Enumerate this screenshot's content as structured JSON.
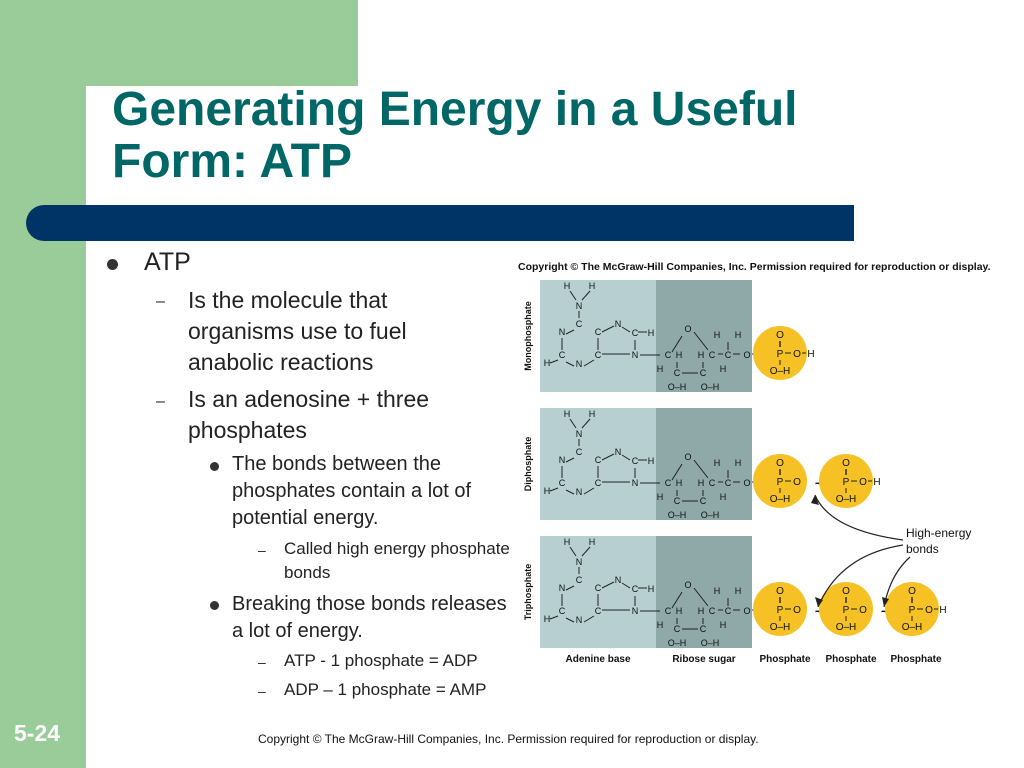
{
  "slide": {
    "title": "Generating Energy in a Useful Form: ATP",
    "slide_number": "5-24",
    "footer_copyright": "Copyright © The McGraw-Hill Companies, Inc. Permission required for reproduction or display."
  },
  "bullets": {
    "b1": "ATP",
    "b1_1": "Is the molecule that organisms use to fuel anabolic reactions",
    "b1_2": "Is an adenosine + three phosphates",
    "b1_2_1": "The bonds between the phosphates contain a lot of potential energy.",
    "b1_2_1_1": "Called high energy phosphate bonds",
    "b1_2_2": "Breaking those bonds releases a lot of energy.",
    "b1_2_2_1": "ATP - 1 phosphate = ADP",
    "b1_2_2_2": "ADP – 1 phosphate = AMP"
  },
  "figure": {
    "copyright": "Copyright © The McGraw-Hill Companies, Inc. Permission required for reproduction or display.",
    "rows": [
      "Monophosphate",
      "Diphosphate",
      "Triphosphate"
    ],
    "bottom_labels": [
      "Adenine base",
      "Ribose sugar",
      "Phosphate",
      "Phosphate",
      "Phosphate"
    ],
    "callout": "High-energy bonds",
    "callout_line1": "High-energy",
    "callout_line2": "bonds",
    "atoms": {
      "H": "H",
      "N": "N",
      "C": "C",
      "O": "O",
      "P": "P",
      "OH": "O–H",
      "tilde": "~"
    },
    "colors": {
      "adenine_bg": "#b7cfd0",
      "ribose_bg": "#8fa8a8",
      "phosphate": "#f5c125",
      "arrow": "#222222"
    }
  },
  "colors": {
    "green": "#99cc99",
    "title": "#006666",
    "bar": "#003366"
  }
}
